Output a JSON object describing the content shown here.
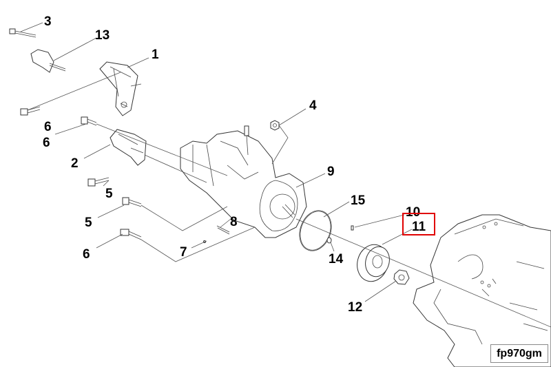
{
  "diagram": {
    "labels": [
      "3",
      "13",
      "1",
      "4",
      "6",
      "6",
      "2",
      "9",
      "5",
      "15",
      "5",
      "10",
      "11",
      "8",
      "7",
      "6",
      "14",
      "12"
    ],
    "highlighted_label": "11",
    "highlight_color": "#e00000",
    "figure_code": "fp970gm"
  }
}
